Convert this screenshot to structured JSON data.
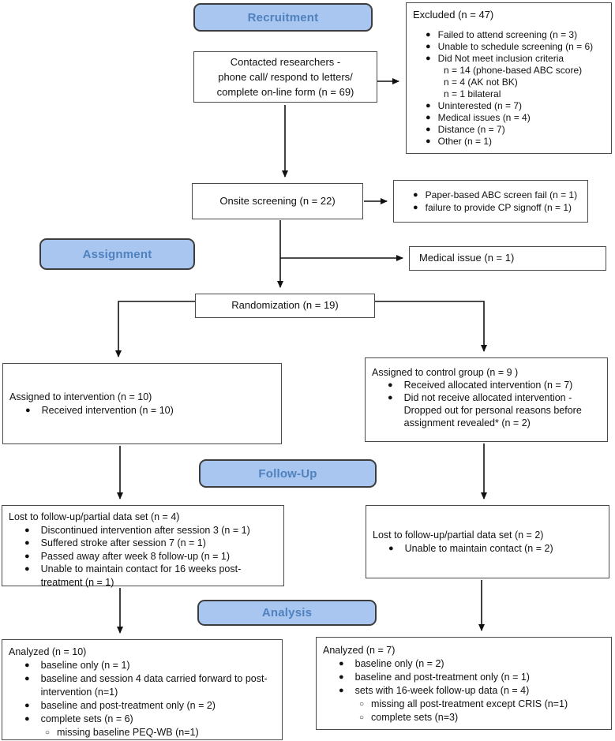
{
  "colors": {
    "phase_fill": "#a9c6f1",
    "phase_border": "#3d3d3d",
    "phase_text": "#4f81bd",
    "box_border": "#4a4a4a",
    "arrow": "#111111"
  },
  "phases": {
    "recruitment": "Recruitment",
    "assignment": "Assignment",
    "followup": "Follow-Up",
    "analysis": "Analysis"
  },
  "boxes": {
    "contacted": {
      "lines": [
        "Contacted researchers -",
        "phone call/ respond to letters/",
        "complete on-line form (n = 69)"
      ]
    },
    "excluded": {
      "title": "Excluded (n = 47)",
      "items": [
        "Failed to attend screening (n = 3)",
        "Unable to schedule screening (n = 6)",
        {
          "text": "Did Not meet inclusion criteria",
          "sub_marker": "plain",
          "sub": [
            "n = 14 (phone-based ABC score)",
            "n = 4 (AK not BK)",
            "n = 1 bilateral"
          ]
        },
        "Uninterested (n = 7)",
        "Medical issues (n = 4)",
        "Distance (n = 7)",
        "Other (n = 1)"
      ]
    },
    "onsite": {
      "text": "Onsite screening (n = 22)"
    },
    "screen_fail": {
      "items": [
        "Paper-based ABC screen fail (n = 1)",
        "failure to provide CP signoff (n = 1)"
      ]
    },
    "medical": {
      "text": "Medical issue (n = 1)"
    },
    "randomization": {
      "text": "Randomization (n = 19)"
    },
    "intervention": {
      "title": "Assigned to intervention (n = 10)",
      "items": [
        "Received intervention (n = 10)"
      ]
    },
    "control": {
      "title": "Assigned to control group (n = 9 )",
      "items": [
        "Received allocated intervention (n = 7)",
        "Did not receive allocated intervention - Dropped out for personal reasons before assignment revealed* (n = 2)"
      ]
    },
    "lost_intervention": {
      "title": "Lost to follow-up/partial data set (n = 4)",
      "items": [
        "Discontinued intervention after session 3 (n = 1)",
        "Suffered stroke after session 7 (n = 1)",
        "Passed away after week 8 follow-up (n = 1)",
        "Unable to maintain contact for 16 weeks post-treatment (n = 1)"
      ]
    },
    "lost_control": {
      "title": "Lost to follow-up/partial data set  (n = 2)",
      "items": [
        "Unable to maintain contact (n = 2)"
      ]
    },
    "analyzed_intervention": {
      "title": "Analyzed  (n = 10)",
      "items": [
        "baseline only (n = 1)",
        "baseline and session 4 data carried forward to post-intervention (n=1)",
        "baseline and post-treatment only (n = 2)",
        {
          "text": "complete sets (n = 6)",
          "sub_marker": "circle",
          "sub": [
            "missing baseline PEQ-WB (n=1)"
          ]
        }
      ]
    },
    "analyzed_control": {
      "title": "Analyzed  (n = 7)",
      "items": [
        "baseline only (n = 2)",
        "baseline and post-treatment only (n = 1)",
        {
          "text": "sets with 16-week follow-up data (n = 4)",
          "sub_marker": "circle",
          "sub": [
            "missing all post-treatment except CRIS (n=1)",
            "complete sets (n=3)"
          ]
        }
      ]
    }
  }
}
